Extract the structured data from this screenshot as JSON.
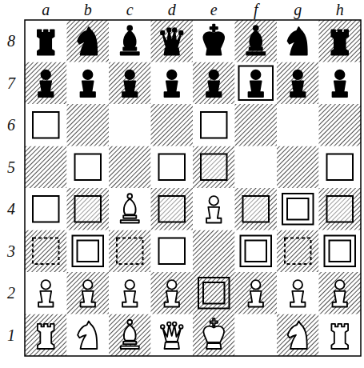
{
  "diagram": {
    "labels": [
      "a",
      "b",
      "c",
      "d",
      "e",
      "f",
      "g",
      "h",
      "8",
      "7",
      "6",
      "5",
      "4",
      "3",
      "2",
      "1"
    ]
  }
}
